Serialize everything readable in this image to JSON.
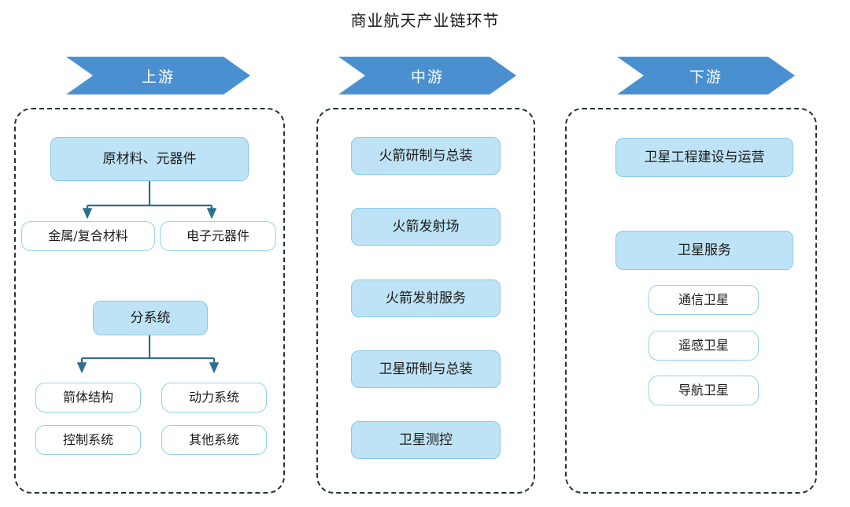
{
  "title": "商业航天产业链环节",
  "colors": {
    "chevron_fill": "#4a90d0",
    "node_fill": "#bfe3f6",
    "node_fill_border": "#86c9e8",
    "node_outline_border": "#8fd2ef",
    "dashed_border": "#23323e",
    "connector": "#2e6e8e",
    "title_text": "#1b1b1b",
    "chevron_text": "#ffffff"
  },
  "columns": [
    {
      "key": "upstream",
      "header": "上游",
      "nodes": {
        "raw_materials": "原材料、元器件",
        "metal_composite": "金属/复合材料",
        "electronic_components": "电子元器件",
        "subsystem": "分系统",
        "rocket_body_structure": "箭体结构",
        "power_system": "动力系统",
        "control_system": "控制系统",
        "other_system": "其他系统"
      }
    },
    {
      "key": "midstream",
      "header": "中游",
      "nodes": {
        "rocket_dev_assembly": "火箭研制与总装",
        "rocket_launch_site": "火箭发射场",
        "rocket_launch_service": "火箭发射服务",
        "satellite_dev_assembly": "卫星研制与总装",
        "satellite_tracking": "卫星测控"
      }
    },
    {
      "key": "downstream",
      "header": "下游",
      "nodes": {
        "satellite_engineering": "卫星工程建设与运营",
        "satellite_service": "卫星服务",
        "communication_satellite": "通信卫星",
        "remote_sensing_satellite": "遥感卫星",
        "navigation_satellite": "导航卫星"
      }
    }
  ]
}
